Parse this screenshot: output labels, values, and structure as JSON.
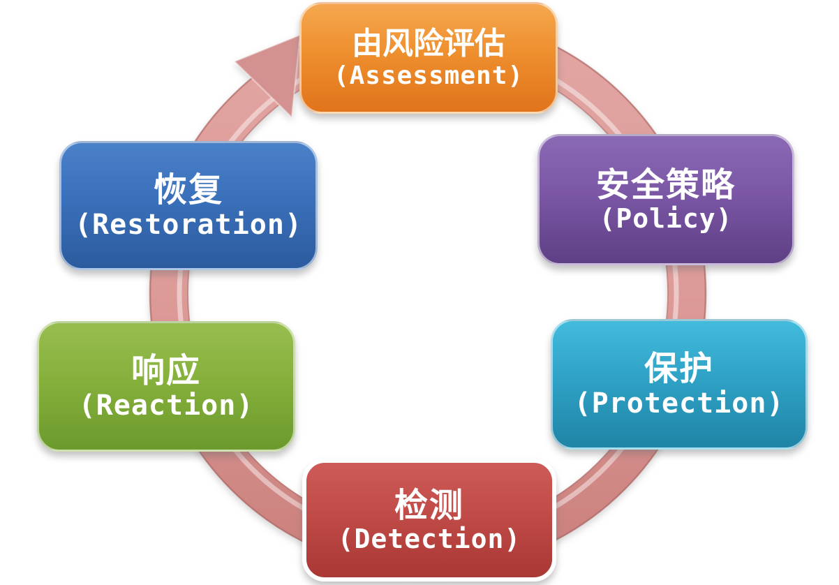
{
  "diagram": {
    "type": "cycle",
    "background_color": "#FFFFFF",
    "arrow": {
      "description": "circular-arrow-clockwise",
      "color": "#DD9B98",
      "highlight_color": "#F0C9C7",
      "edge_color": "#C07F7C"
    },
    "nodes": [
      {
        "id": "assessment",
        "label_zh": "由风险评估",
        "label_en": "(Assessment)",
        "color": "#EE8F2E",
        "position": "top"
      },
      {
        "id": "policy",
        "label_zh": "安全策略",
        "label_en": "(Policy)",
        "color": "#7B57A6",
        "position": "upper-right"
      },
      {
        "id": "protection",
        "label_zh": "保护",
        "label_en": "(Protection)",
        "color": "#2FA2C6",
        "position": "lower-right"
      },
      {
        "id": "detection",
        "label_zh": "检测",
        "label_en": "(Detection)",
        "color": "#C04B48",
        "position": "bottom"
      },
      {
        "id": "reaction",
        "label_zh": "响应",
        "label_en": "(Reaction)",
        "color": "#86B03C",
        "position": "lower-left"
      },
      {
        "id": "restoration",
        "label_zh": "恢复",
        "label_en": "(Restoration)",
        "color": "#3A70BA",
        "position": "upper-left"
      }
    ]
  }
}
